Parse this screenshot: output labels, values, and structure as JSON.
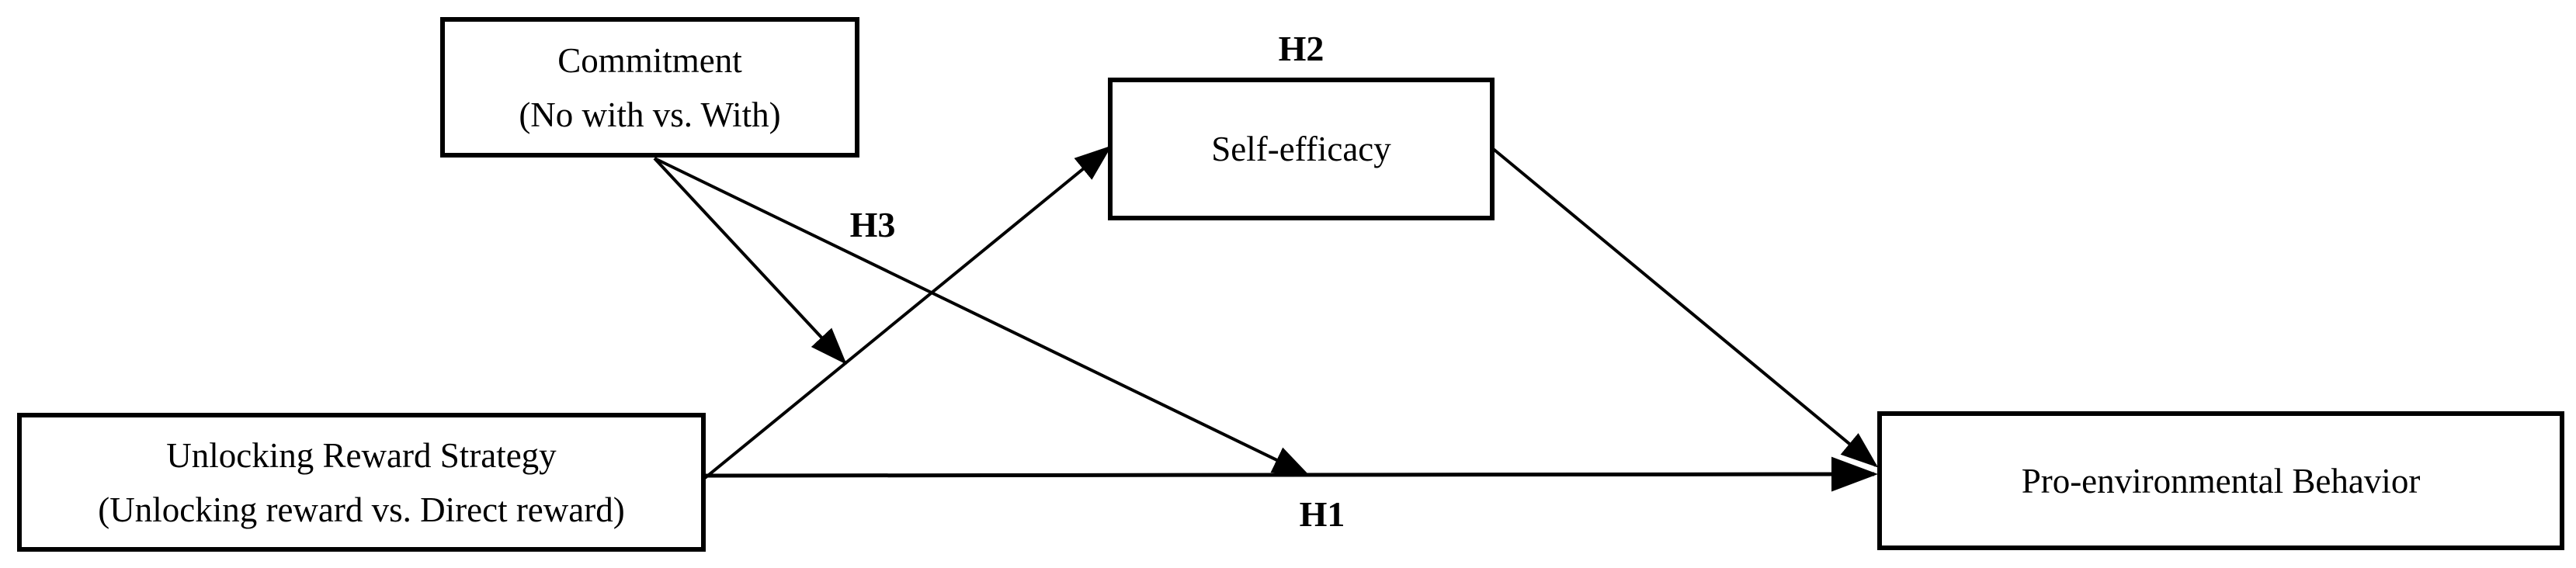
{
  "diagram": {
    "nodes": {
      "commitment": {
        "line1": "Commitment",
        "line2": "(No with vs. With)"
      },
      "self_efficacy": {
        "line1": "Self-efficacy"
      },
      "unlocking_reward_strategy": {
        "line1": "Unlocking Reward Strategy",
        "line2": "(Unlocking reward vs. Direct reward)"
      },
      "pro_environmental_behavior": {
        "line1": "Pro-environmental Behavior"
      }
    },
    "labels": {
      "h1": "H1",
      "h2": "H2",
      "h3": "H3"
    },
    "edges": [
      {
        "from": "Unlocking Reward Strategy",
        "to": "Self-efficacy",
        "label": ""
      },
      {
        "from": "Self-efficacy",
        "to": "Pro-environmental Behavior",
        "label": ""
      },
      {
        "from": "Unlocking Reward Strategy",
        "to": "Pro-environmental Behavior",
        "label": "H1"
      },
      {
        "from": "Commitment",
        "to": "path Unlocking Reward Strategy to Self-efficacy",
        "label": ""
      },
      {
        "from": "Commitment",
        "to": "path Unlocking Reward Strategy to Pro-environmental Behavior",
        "label": "H3"
      }
    ],
    "mediator_path_label": "H2",
    "colors": {
      "background": "#ffffff",
      "line": "#000000",
      "box_border": "#000000",
      "text": "#000000"
    }
  }
}
